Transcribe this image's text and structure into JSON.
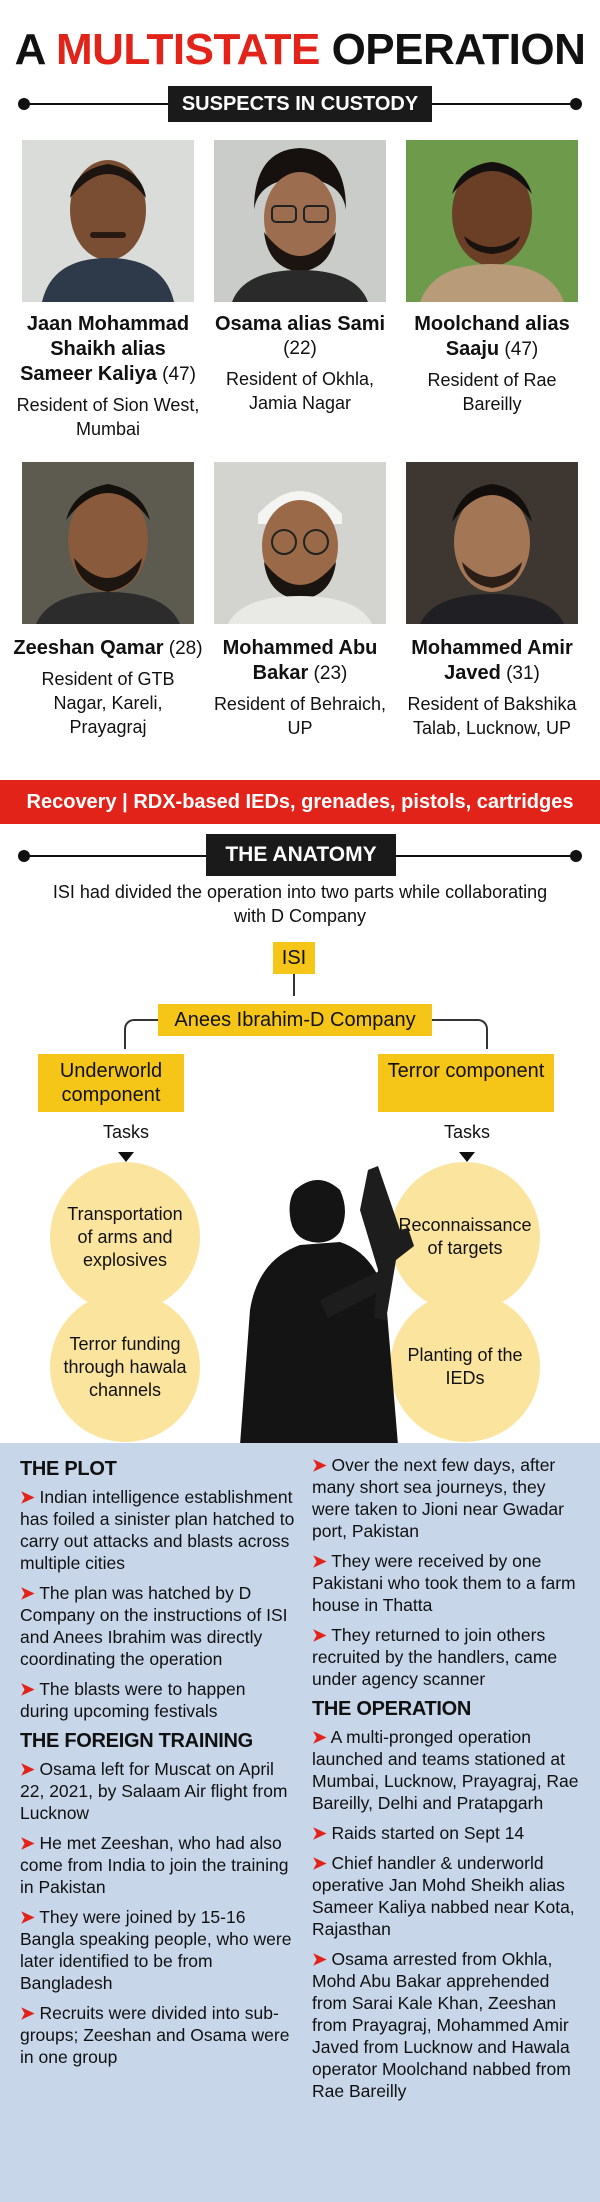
{
  "title": {
    "prefix": "A ",
    "highlight": "MULTISTATE",
    "suffix": " OPERATION"
  },
  "custody_label": "SUSPECTS IN CUSTODY",
  "suspects": [
    {
      "name": "Jaan Mohammad Shaikh alias Sameer Kaliya",
      "age": " (47)",
      "residence": "Resident of Sion West, Mumbai"
    },
    {
      "name": "Osama alias Sami",
      "age": " (22)",
      "residence": "Resident of Okhla, Jamia Nagar"
    },
    {
      "name": "Moolchand alias Saaju",
      "age": " (47)",
      "residence": "Resident of Rae Bareilly"
    },
    {
      "name": "Zeeshan Qamar",
      "age": " (28)",
      "residence": "Resident of GTB Nagar, Kareli, Prayagraj"
    },
    {
      "name": "Mohammed Abu Bakar",
      "age": " (23)",
      "residence": "Resident of Behraich, UP"
    },
    {
      "name": "Mohammed Amir Javed",
      "age": " (31)",
      "residence": "Resident of Bakshika Talab, Lucknow, UP"
    }
  ],
  "recovery": {
    "label": "Recovery",
    "sep": " | ",
    "items": "RDX-based IEDs, grenades, pistols, cartridges"
  },
  "anatomy": {
    "label": "THE ANATOMY",
    "intro": "ISI had divided the operation into two parts while collaborating with D Company",
    "isi": "ISI",
    "company": "Anees Ibrahim-D Company",
    "left_component": "Underworld component",
    "right_component": "Terror component",
    "tasks_label": "Tasks",
    "left_tasks": [
      "Transportation of arms and explosives",
      "Terror funding through hawala channels"
    ],
    "right_tasks": [
      "Reconnaissance of targets",
      "Planting of the IEDs"
    ]
  },
  "bullet": "➤",
  "plot": {
    "heading": "THE PLOT",
    "items": [
      "Indian intelligence establishment has foiled a sinister plan hatched to carry out attacks and blasts across multiple cities",
      "The plan was hatched by D Company on the instructions of ISI and Anees Ibrahim was directly coordinating the operation",
      "The blasts were to happen during upcoming festivals"
    ]
  },
  "training": {
    "heading": "THE FOREIGN TRAINING",
    "items": [
      "Osama left for Muscat on April 22, 2021, by Salaam Air flight from Lucknow",
      "He met Zeeshan, who had also come from India to join the training in Pakistan",
      "They were joined by 15-16 Bangla speaking people, who were later identified to be from Bangladesh",
      "Recruits were divided into sub-groups; Zeeshan and Osama were in one group"
    ]
  },
  "training_cont": {
    "items": [
      "Over the next few days, after many short sea journeys, they were taken to Jioni near Gwadar port, Pakistan",
      "They were received by one Pakistani who took them to a farm house in Thatta",
      "They returned to join others recruited by the handlers, came under agency scanner"
    ]
  },
  "operation": {
    "heading": "THE OPERATION",
    "items": [
      "A multi-pronged operation launched and teams stationed at Mumbai, Lucknow, Prayagraj, Rae Bareilly, Delhi and Pratapgarh",
      "Raids started on Sept 14",
      "Chief handler & underworld operative Jan Mohd Sheikh alias Sameer Kaliya nabbed near Kota, Rajasthan",
      "Osama arrested from Okhla, Mohd Abu Bakar apprehended from Sarai Kale Khan, Zeeshan from Prayagraj, Mohammed Amir Javed from Lucknow and Hawala operator Moolchand nabbed from Rae Bareilly"
    ]
  }
}
